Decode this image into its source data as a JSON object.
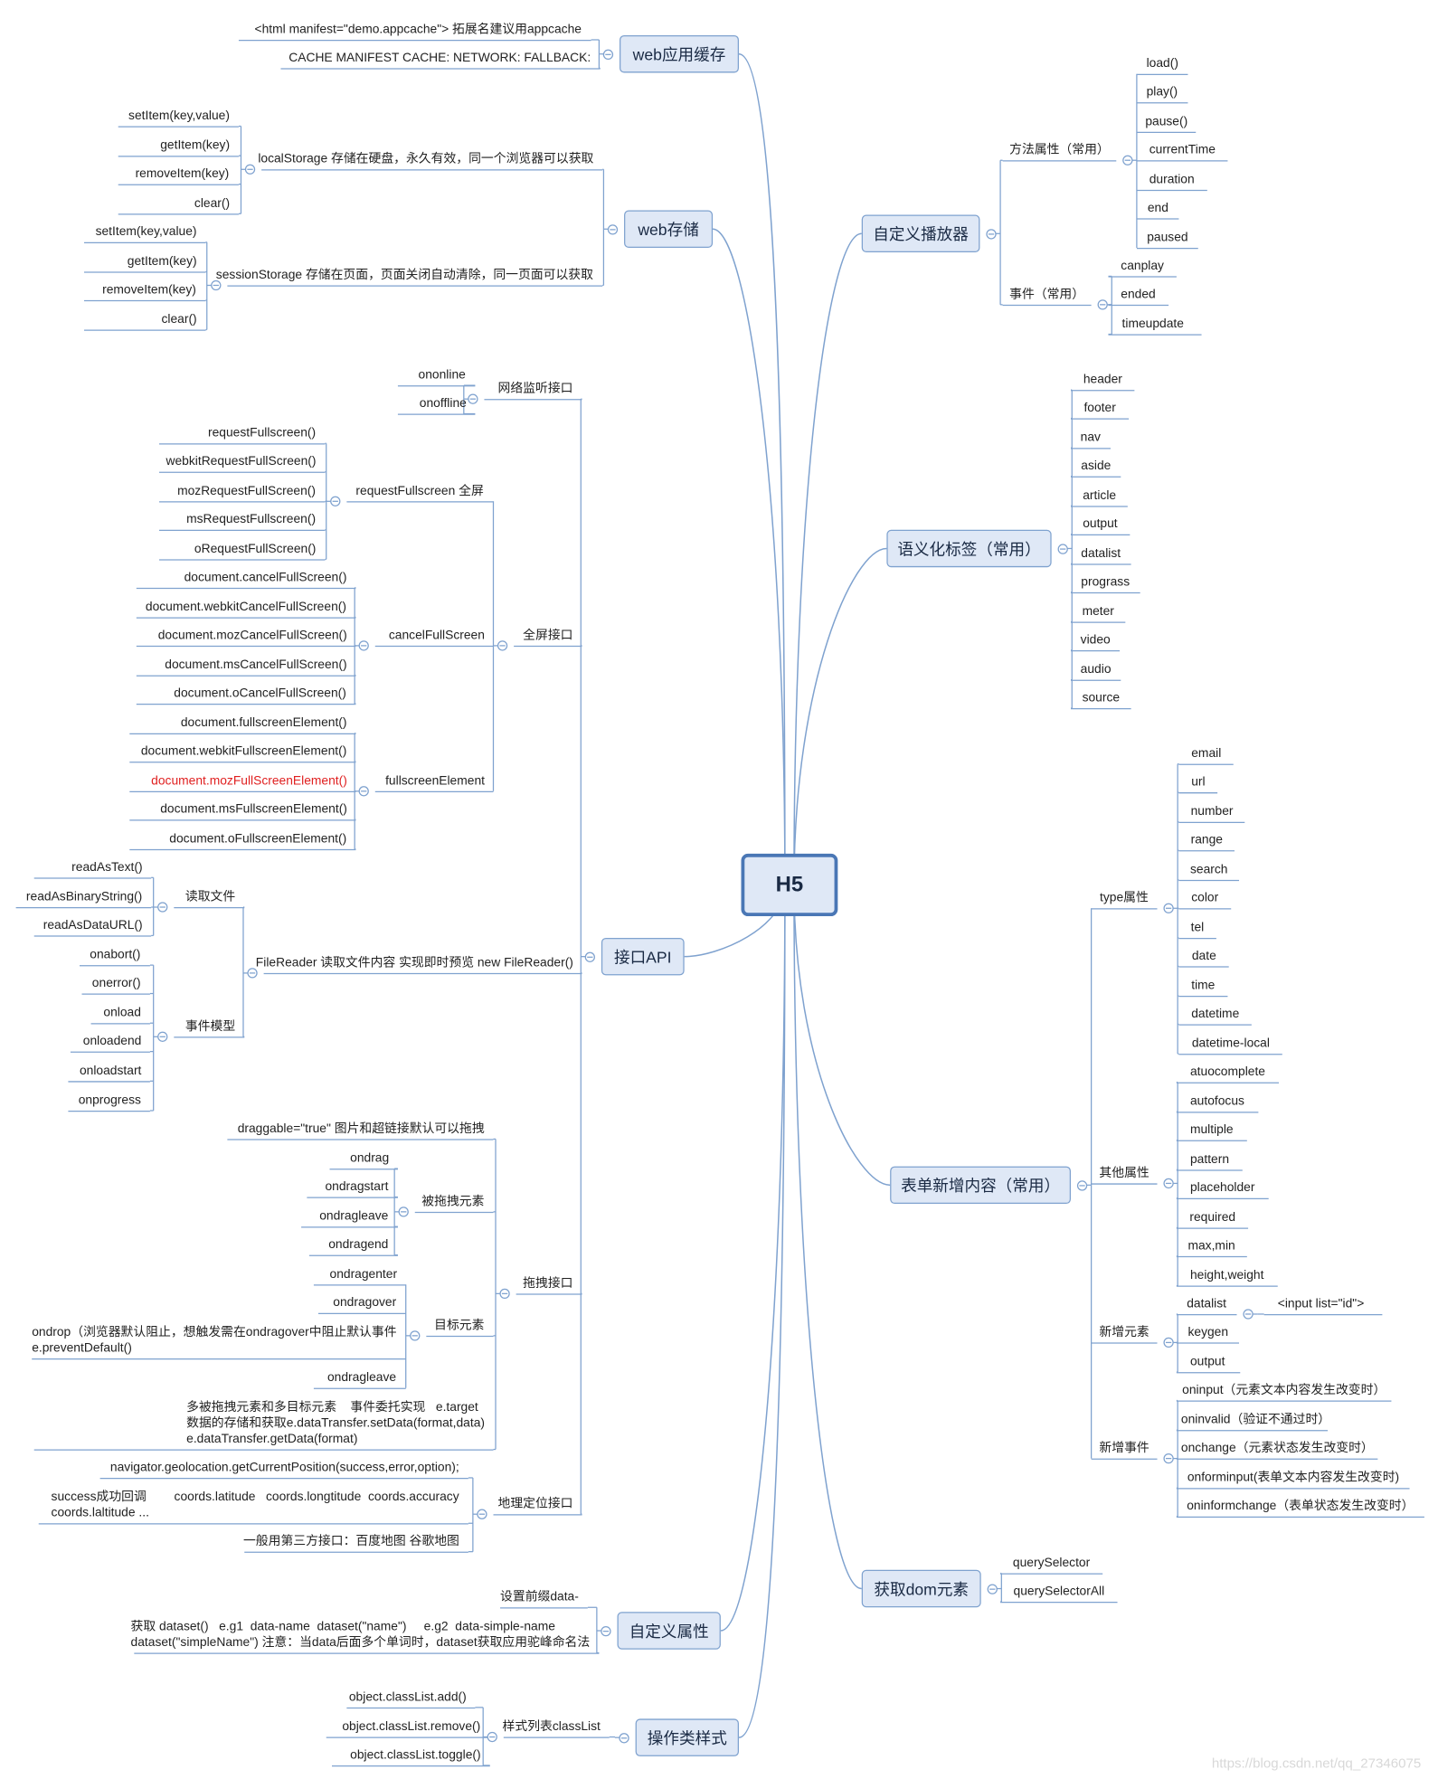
{
  "root": "H5",
  "branches": [
    {
      "id": "appcache",
      "label": "web应用缓存",
      "children": [
        {
          "label": "<html manifest=\"demo.appcache\">    拓展名建议用appcache"
        },
        {
          "label": "CACHE MANIFEST  CACHE:   NETWORK:  FALLBACK:"
        }
      ]
    },
    {
      "id": "storage",
      "label": "web存储",
      "children": [
        {
          "label": "localStorage  存储在硬盘，永久有效，同一个浏览器可以获取",
          "children": [
            {
              "label": "setItem(key,value)"
            },
            {
              "label": "getItem(key)"
            },
            {
              "label": "removeItem(key)"
            },
            {
              "label": "clear()"
            }
          ]
        },
        {
          "label": "sessionStorage 存储在页面，页面关闭自动清除，同一页面可以获取",
          "children": [
            {
              "label": "setItem(key,value)"
            },
            {
              "label": "getItem(key)"
            },
            {
              "label": "removeItem(key)"
            },
            {
              "label": "clear()"
            }
          ]
        }
      ]
    },
    {
      "id": "api",
      "label": "接口API",
      "children": [
        {
          "label": "网络监听接口",
          "children": [
            {
              "label": "ononline"
            },
            {
              "label": "onoffline"
            }
          ]
        },
        {
          "label": "全屏接口",
          "children": [
            {
              "label": "requestFullscreen 全屏",
              "children": [
                {
                  "label": "requestFullscreen()"
                },
                {
                  "label": "webkitRequestFullScreen()"
                },
                {
                  "label": "mozRequestFullScreen()"
                },
                {
                  "label": "msRequestFullscreen()"
                },
                {
                  "label": "oRequestFullScreen()"
                }
              ]
            },
            {
              "label": "cancelFullScreen",
              "children": [
                {
                  "label": "document.cancelFullScreen()"
                },
                {
                  "label": "document.webkitCancelFullScreen()"
                },
                {
                  "label": "document.mozCancelFullScreen()"
                },
                {
                  "label": "document.msCancelFullScreen()"
                },
                {
                  "label": "document.oCancelFullScreen()"
                }
              ]
            },
            {
              "label": "fullscreenElement",
              "children": [
                {
                  "label": "document.fullscreenElement()"
                },
                {
                  "label": "document.webkitFullscreenElement()"
                },
                {
                  "label": "document.mozFullScreenElement()",
                  "highlight": "#e02020"
                },
                {
                  "label": "document.msFullscreenElement()"
                },
                {
                  "label": "document.oFullscreenElement()"
                }
              ]
            }
          ]
        },
        {
          "label": "FileReader 读取文件内容 实现即时预览 new FileReader()",
          "children": [
            {
              "label": "读取文件",
              "children": [
                {
                  "label": "readAsText()"
                },
                {
                  "label": "readAsBinaryString()"
                },
                {
                  "label": "readAsDataURL()"
                }
              ]
            },
            {
              "label": "事件模型",
              "children": [
                {
                  "label": "onabort()"
                },
                {
                  "label": "onerror()"
                },
                {
                  "label": "onload"
                },
                {
                  "label": "onloadend"
                },
                {
                  "label": "onloadstart"
                },
                {
                  "label": "onprogress"
                }
              ]
            }
          ]
        },
        {
          "label": "拖拽接口",
          "children": [
            {
              "label": "draggable=\"true\" 图片和超链接默认可以拖拽"
            },
            {
              "label": "被拖拽元素",
              "children": [
                {
                  "label": "ondrag"
                },
                {
                  "label": "ondragstart"
                },
                {
                  "label": "ondragleave"
                },
                {
                  "label": "ondragend"
                }
              ]
            },
            {
              "label": "目标元素",
              "children": [
                {
                  "label": "ondragenter"
                },
                {
                  "label": "ondragover"
                },
                {
                  "label": "ondrop（浏览器默认阻止，想触发需在ondragover中阻止默认事件\ne.preventDefault()"
                },
                {
                  "label": "ondragleave"
                }
              ]
            },
            {
              "label": "多被拖拽元素和多目标元素    事件委托实现   e.target\n数据的存储和获取e.dataTransfer.setData(format,data)\ne.dataTransfer.getData(format)"
            }
          ]
        },
        {
          "label": "地理定位接口",
          "children": [
            {
              "label": "navigator.geolocation.getCurrentPosition(success,error,option);"
            },
            {
              "label": "success成功回调        coords.latitude   coords.longtitude  coords.accuracy\ncoords.laltitude ..."
            },
            {
              "label": "一般用第三方接口：百度地图 谷歌地图"
            }
          ]
        }
      ]
    },
    {
      "id": "dataattr",
      "label": "自定义属性",
      "children": [
        {
          "label": "设置前缀data-"
        },
        {
          "label": "获取 dataset()   e.g1  data-name  dataset(\"name\")     e.g2  data-simple-name\ndataset(\"simpleName\") 注意：当data后面多个单词时，dataset获取应用驼峰命名法"
        }
      ]
    },
    {
      "id": "classlist",
      "label": "操作类样式",
      "children": [
        {
          "label": "样式列表classList",
          "children": [
            {
              "label": "object.classList.add()"
            },
            {
              "label": "object.classList.remove()"
            },
            {
              "label": "object.classList.toggle()"
            }
          ]
        }
      ]
    },
    {
      "id": "player",
      "label": "自定义播放器",
      "children": [
        {
          "label": "方法属性（常用）",
          "children": [
            {
              "label": "load()"
            },
            {
              "label": "play()"
            },
            {
              "label": "pause()"
            },
            {
              "label": "currentTime"
            },
            {
              "label": "duration"
            },
            {
              "label": "end"
            },
            {
              "label": "paused"
            }
          ]
        },
        {
          "label": "事件（常用）",
          "children": [
            {
              "label": "canplay"
            },
            {
              "label": "ended"
            },
            {
              "label": "timeupdate"
            }
          ]
        }
      ]
    },
    {
      "id": "semantic",
      "label": "语义化标签（常用）",
      "children": [
        {
          "label": "header"
        },
        {
          "label": "footer"
        },
        {
          "label": "nav"
        },
        {
          "label": "aside"
        },
        {
          "label": "article"
        },
        {
          "label": "output"
        },
        {
          "label": "datalist"
        },
        {
          "label": "prograss"
        },
        {
          "label": "meter"
        },
        {
          "label": "video"
        },
        {
          "label": "audio"
        },
        {
          "label": "source"
        }
      ]
    },
    {
      "id": "forms",
      "label": "表单新增内容（常用）",
      "children": [
        {
          "label": "type属性",
          "children": [
            {
              "label": "email"
            },
            {
              "label": "url"
            },
            {
              "label": "number"
            },
            {
              "label": "range"
            },
            {
              "label": "search"
            },
            {
              "label": "color"
            },
            {
              "label": "tel"
            },
            {
              "label": "date"
            },
            {
              "label": "time"
            },
            {
              "label": "datetime"
            },
            {
              "label": "datetime-local"
            }
          ]
        },
        {
          "label": "其他属性",
          "children": [
            {
              "label": "atuocomplete"
            },
            {
              "label": "autofocus"
            },
            {
              "label": "multiple"
            },
            {
              "label": "pattern"
            },
            {
              "label": "placeholder"
            },
            {
              "label": "required"
            },
            {
              "label": "max,min"
            },
            {
              "label": "height,weight"
            }
          ]
        },
        {
          "label": "新增元素",
          "children": [
            {
              "label": "datalist",
              "children": [
                {
                  "label": "<input list=\"id\">"
                }
              ]
            },
            {
              "label": "keygen"
            },
            {
              "label": "output"
            }
          ]
        },
        {
          "label": "新增事件",
          "children": [
            {
              "label": "oninput（元素文本内容发生改变时）"
            },
            {
              "label": "oninvalid（验证不通过时）"
            },
            {
              "label": "onchange（元素状态发生改变时）"
            },
            {
              "label": "onforminput(表单文本内容发生改变时)"
            },
            {
              "label": "oninformchange（表单状态发生改变时）"
            }
          ]
        }
      ]
    },
    {
      "id": "dom",
      "label": "获取dom元素",
      "children": [
        {
          "label": "querySelector"
        },
        {
          "label": "querySelectorAll"
        }
      ]
    }
  ],
  "watermark": "https://blog.csdn.net/qq_27346075",
  "colors": {
    "line": "#7fa2cf",
    "box_fill": "#dfe8f6",
    "root_border": "#4a77b5",
    "highlight": "#e02020"
  }
}
